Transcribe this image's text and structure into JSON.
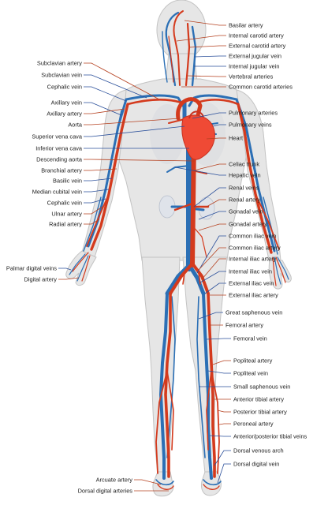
{
  "colors": {
    "artery": "#d43a1d",
    "vein": "#2b6fb5",
    "heart": "#ef4a35",
    "body_fill": "#e6e6e6",
    "body_stroke": "#c3c3c3",
    "leader_artery": "#b5401f",
    "leader_vein": "#2a4f9a",
    "label_text": "#222222"
  },
  "labels_left": [
    {
      "id": "subclavian-artery",
      "text": "Subclavian artery",
      "type": "artery"
    },
    {
      "id": "subclavian-vein",
      "text": "Subclavian vein",
      "type": "vein"
    },
    {
      "id": "cephalic-vein-upper",
      "text": "Cephalic vein",
      "type": "vein"
    },
    {
      "id": "axillary-vein",
      "text": "Axillary vein",
      "type": "vein"
    },
    {
      "id": "axillary-artery",
      "text": "Axillary artery",
      "type": "artery"
    },
    {
      "id": "aorta",
      "text": "Aorta",
      "type": "artery"
    },
    {
      "id": "superior-vena-cava",
      "text": "Superior vena cava",
      "type": "vein"
    },
    {
      "id": "inferior-vena-cava",
      "text": "Inferior vena cava",
      "type": "vein"
    },
    {
      "id": "descending-aorta",
      "text": "Descending aorta",
      "type": "artery"
    },
    {
      "id": "branchial-artery",
      "text": "Branchial artery",
      "type": "artery"
    },
    {
      "id": "basilic-vein",
      "text": "Basilic vein",
      "type": "vein"
    },
    {
      "id": "median-cubital-vein",
      "text": "Median cubital vein",
      "type": "vein"
    },
    {
      "id": "cephalic-vein-lower",
      "text": "Cephalic vein",
      "type": "vein"
    },
    {
      "id": "ulnar-artery",
      "text": "Ulnar artery",
      "type": "artery"
    },
    {
      "id": "radial-artery",
      "text": "Radial artery",
      "type": "artery"
    },
    {
      "id": "palmar-digital-veins",
      "text": "Palmar digital veins",
      "type": "vein"
    },
    {
      "id": "digital-artery",
      "text": "Digital artery",
      "type": "artery"
    },
    {
      "id": "arcuate-artery",
      "text": "Arcuate artery",
      "type": "artery"
    },
    {
      "id": "dorsal-digital-arteries",
      "text": "Dorsal digital arteries",
      "type": "artery"
    }
  ],
  "labels_right": [
    {
      "id": "basilar-artery",
      "text": "Basilar artery",
      "type": "artery"
    },
    {
      "id": "internal-carotid-artery",
      "text": "Internal carotid artery",
      "type": "artery"
    },
    {
      "id": "external-carotid-artery",
      "text": "External carotid artery",
      "type": "artery"
    },
    {
      "id": "external-jugular-vein",
      "text": "External jugular vein",
      "type": "vein"
    },
    {
      "id": "internal-jugular-vein",
      "text": "Internal jugular vein",
      "type": "vein"
    },
    {
      "id": "vertebral-arteries",
      "text": "Vertebral arteries",
      "type": "artery"
    },
    {
      "id": "common-carotid-arteries",
      "text": "Common carotid arteries",
      "type": "artery"
    },
    {
      "id": "pulmonary-arteries",
      "text": "Pulmonary arteries",
      "type": "vein"
    },
    {
      "id": "pulmonary-veins",
      "text": "Pulmonary veins",
      "type": "vein"
    },
    {
      "id": "heart",
      "text": "Heart",
      "type": "artery"
    },
    {
      "id": "celiac-trunk",
      "text": "Celiac trunk",
      "type": "artery"
    },
    {
      "id": "hepatic-vein",
      "text": "Hepatic vein",
      "type": "vein"
    },
    {
      "id": "renal-veins",
      "text": "Renal veins",
      "type": "vein"
    },
    {
      "id": "renal-artery",
      "text": "Renal artery",
      "type": "artery"
    },
    {
      "id": "gonadal-vein",
      "text": "Gonadal vein",
      "type": "vein"
    },
    {
      "id": "gonadal-artery",
      "text": "Gonadal artery",
      "type": "artery"
    },
    {
      "id": "common-iliac-vein",
      "text": "Common iliac vein",
      "type": "vein"
    },
    {
      "id": "common-iliac-artery",
      "text": "Common iliac artery",
      "type": "artery"
    },
    {
      "id": "internal-iliac-artery",
      "text": "Internal iliac artery",
      "type": "artery"
    },
    {
      "id": "internal-iliac-vein",
      "text": "Internal iliac vein",
      "type": "vein"
    },
    {
      "id": "external-iliac-vein",
      "text": "External iliac vein",
      "type": "vein"
    },
    {
      "id": "external-iliac-artery",
      "text": "External iliac artery",
      "type": "artery"
    },
    {
      "id": "great-saphenous-vein",
      "text": "Great saphenous vein",
      "type": "vein"
    },
    {
      "id": "femoral-artery",
      "text": "Femoral artery",
      "type": "artery"
    },
    {
      "id": "femoral-vein",
      "text": "Femoral vein",
      "type": "vein"
    },
    {
      "id": "popliteal-artery",
      "text": "Popliteal artery",
      "type": "artery"
    },
    {
      "id": "popliteal-vein",
      "text": "Popliteal vein",
      "type": "vein"
    },
    {
      "id": "small-saphenous-vein",
      "text": "Small saphenous vein",
      "type": "vein"
    },
    {
      "id": "anterior-tibial-artery",
      "text": "Anterior tibial artery",
      "type": "artery"
    },
    {
      "id": "posterior-tibial-artery",
      "text": "Posterior tibial artery",
      "type": "artery"
    },
    {
      "id": "peroneal-artery",
      "text": "Peroneal artery",
      "type": "artery"
    },
    {
      "id": "anterior-posterior-tibial-veins",
      "text": "Anterior/posterior tibial veins",
      "type": "vein"
    },
    {
      "id": "dorsal-venous-arch",
      "text": "Dorsal venous arch",
      "type": "vein"
    },
    {
      "id": "dorsal-digital-vein",
      "text": "Dorsal digital vein",
      "type": "vein"
    }
  ]
}
